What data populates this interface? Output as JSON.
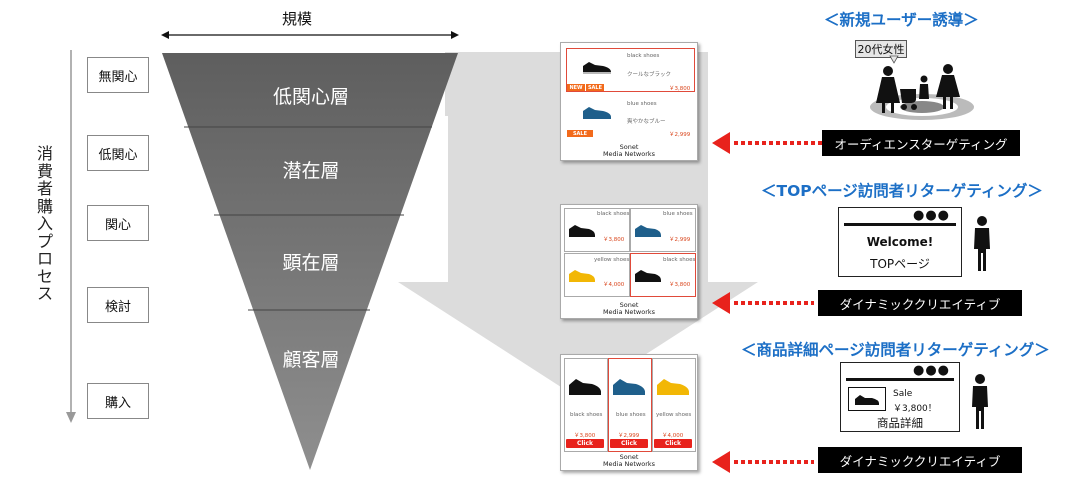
{
  "scale_label": "規模",
  "process_label": "消費者購入プロセス",
  "stages": [
    "無関心",
    "低関心",
    "関心",
    "検討",
    "購入"
  ],
  "layers": [
    "低関心層",
    "潜在層",
    "顕在層",
    "顧客層"
  ],
  "ads": {
    "ad1": {
      "items": [
        {
          "name": "black shoes",
          "desc": "クールなブラック",
          "price": "￥3,800",
          "badges": [
            "NEW",
            "SALE"
          ]
        },
        {
          "name": "blue shoes",
          "desc": "爽やかなブルー",
          "price": "￥2,999",
          "badges": [
            "SALE"
          ]
        }
      ]
    },
    "ad2": {
      "items": [
        {
          "name": "black shoes",
          "price": "￥3,800"
        },
        {
          "name": "blue shoes",
          "price": "￥2,999"
        },
        {
          "name": "yellow shoes",
          "price": "￥4,000"
        },
        {
          "name": "black shoes",
          "price": "￥3,800"
        }
      ]
    },
    "ad3": {
      "items": [
        {
          "name": "black shoes",
          "price": "￥3,800",
          "click": "Click"
        },
        {
          "name": "blue shoes",
          "price": "￥2,999",
          "click": "Click"
        },
        {
          "name": "yellow shoes",
          "price": "￥4,000",
          "click": "Click"
        }
      ]
    },
    "footer_line1": "Sonet",
    "footer_line2": "Media Networks"
  },
  "sections": [
    {
      "header": "＜新規ユーザー誘導＞",
      "callout": "20代女性",
      "label": "オーディエンスターゲティング"
    },
    {
      "header": "＜TOPページ訪問者リターゲティング＞",
      "screen_title": "Welcome!",
      "screen_sub": "TOPページ",
      "label": "ダイナミッククリエイティブ"
    },
    {
      "header": "＜商品詳細ページ訪問者リターゲティング＞",
      "screen_sale": "Sale",
      "screen_price": "￥3,800！",
      "screen_sub": "商品詳細",
      "label": "ダイナミッククリエイティブ"
    }
  ],
  "colors": {
    "funnel_top": "#5e5e5e",
    "funnel_bottom": "#8f8f8f",
    "flow_arrow": "#d9d9d9",
    "header_blue": "#1c6fc6",
    "pointer_red": "#e8221c",
    "shoe_black": "#111111",
    "shoe_blue": "#1f5f8b",
    "shoe_yellow": "#f2b705"
  }
}
